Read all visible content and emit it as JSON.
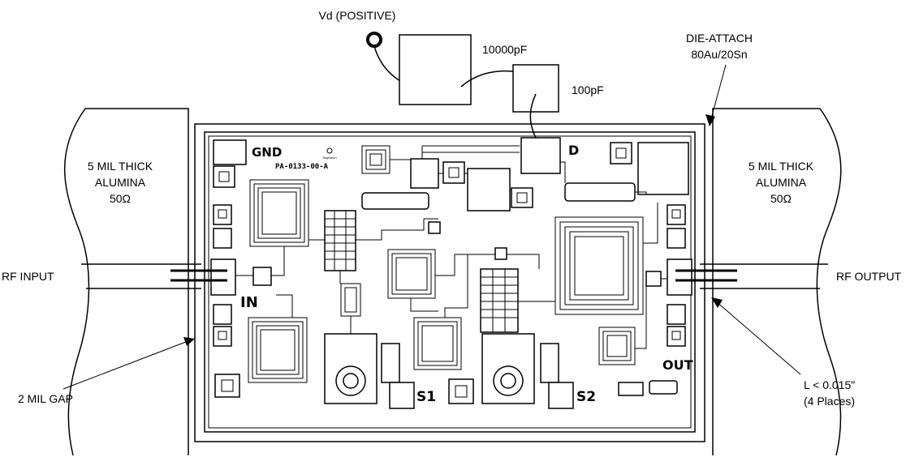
{
  "labels": {
    "vd": "Vd (POSITIVE)",
    "cap_large": "10000pF",
    "cap_small": "100pF",
    "die_attach_line1": "DIE-ATTACH",
    "die_attach_line2": "80Au/20Sn",
    "left_alumina_line1": "5 MIL THICK",
    "left_alumina_line2": "ALUMINA",
    "left_alumina_line3": "50Ω",
    "right_alumina_line1": "5 MIL THICK",
    "right_alumina_line2": "ALUMINA",
    "right_alumina_line3": "50Ω",
    "rf_input": "RF INPUT",
    "rf_output": "RF OUTPUT",
    "gap": "2 MIL GAP",
    "bond_length_line1": "L < 0.015\"",
    "bond_length_line2": "(4 Places)"
  },
  "die_marks": {
    "gnd": "GND",
    "part_number": "PA-0133-00-A",
    "vendor_logo": "Raytheon",
    "d": "D",
    "in": "IN",
    "out": "OUT",
    "s1": "S1",
    "s2": "S2"
  }
}
